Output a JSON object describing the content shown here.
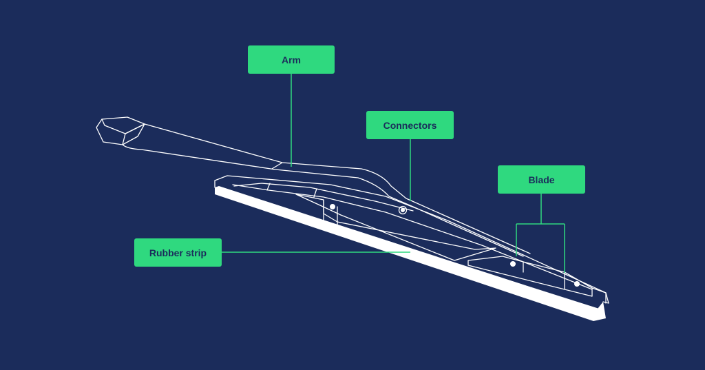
{
  "labels": {
    "arm": "Arm",
    "connectors": "Connectors",
    "blade": "Blade",
    "rubber_strip": "Rubber strip"
  },
  "colors": {
    "background": "#1b2c5b",
    "label_fill": "#2fd97f",
    "label_text": "#1b2c5b",
    "outline": "#ffffff",
    "leader_line": "#2fd97f"
  }
}
